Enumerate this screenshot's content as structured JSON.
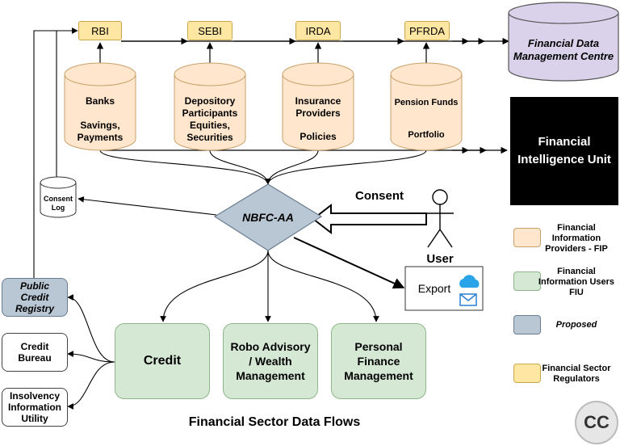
{
  "title": "Financial Sector Data Flows",
  "regulators": [
    "RBI",
    "SEBI",
    "IRDA",
    "PFRDA"
  ],
  "providers": [
    {
      "name": "Banks",
      "detail": "Savings,\nPayments"
    },
    {
      "name": "Depository\nParticipants",
      "detail": "Equities,\nSecurities"
    },
    {
      "name": "Insurance\nProviders",
      "detail": "Policies"
    },
    {
      "name": "Pension Funds",
      "detail": "Portfolio"
    }
  ],
  "fdmc": "Financial Data\nManagement Centre",
  "fiu_unit": "Financial\nIntelligence Unit",
  "aa": "NBFC-AA",
  "consent": "Consent",
  "consent_log": "Consent\nLog",
  "user": "User",
  "export": "Export",
  "users_fiu": [
    "Credit",
    "Robo Advisory\n/ Wealth\nManagement",
    "Personal\nFinance\nManagement"
  ],
  "left_boxes": [
    "Public\nCredit\nRegistry",
    "Credit\nBureau",
    "Insolvency\nInformation\nUtility"
  ],
  "legend": [
    {
      "label": "Financial\nInformation\nProviders - FIP",
      "color": "#ffe6cc"
    },
    {
      "label": "Financial\nInformation Users\nFIU",
      "color": "#d5e8d4"
    },
    {
      "label": "Proposed",
      "color": "#b9c6d3"
    },
    {
      "label": "Financial Sector\nRegulators",
      "color": "#ffe6a3"
    }
  ],
  "badge": "CC",
  "colors": {
    "fip": "#ffe6cc",
    "fiu": "#d5e8d4",
    "proposed": "#b9c6d3",
    "regulator": "#ffe6a3",
    "fdmc": "#d9d2ea",
    "intel": "#000000"
  }
}
